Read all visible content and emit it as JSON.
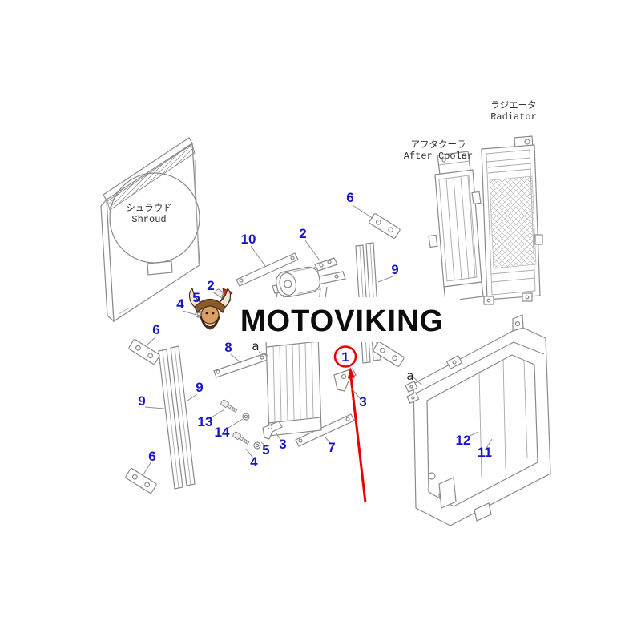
{
  "image_type": "exploded-parts-diagram",
  "watermark": {
    "brand": "MOTOVIKING",
    "logo": "viking-head"
  },
  "component_labels": {
    "shroud": {
      "jp": "シュラウド",
      "en": "Shroud"
    },
    "after_cooler": {
      "jp": "アフタクーラ",
      "en": "After Cooler"
    },
    "radiator": {
      "jp": "ラジエータ",
      "en": "Radiator"
    }
  },
  "callouts": [
    {
      "label": "10"
    },
    {
      "label": "2"
    },
    {
      "label": "6"
    },
    {
      "label": "9"
    },
    {
      "label": "2"
    },
    {
      "label": "5"
    },
    {
      "label": "4"
    },
    {
      "label": "6"
    },
    {
      "label": "8"
    },
    {
      "label": "a"
    },
    {
      "label": "9"
    },
    {
      "label": "9"
    },
    {
      "label": "13"
    },
    {
      "label": "14"
    },
    {
      "label": "5"
    },
    {
      "label": "3"
    },
    {
      "label": "4"
    },
    {
      "label": "3"
    },
    {
      "label": "7"
    },
    {
      "label": "6"
    },
    {
      "label": "1"
    },
    {
      "label": "12"
    },
    {
      "label": "11"
    },
    {
      "label": "a"
    }
  ],
  "highlighted_callout": "1",
  "colors": {
    "callout_blue": "#1816c9",
    "highlight_red": "#e60000",
    "line_gray": "#8a8a8a",
    "background": "#ffffff",
    "watermark_text": "#0c0c0c"
  }
}
